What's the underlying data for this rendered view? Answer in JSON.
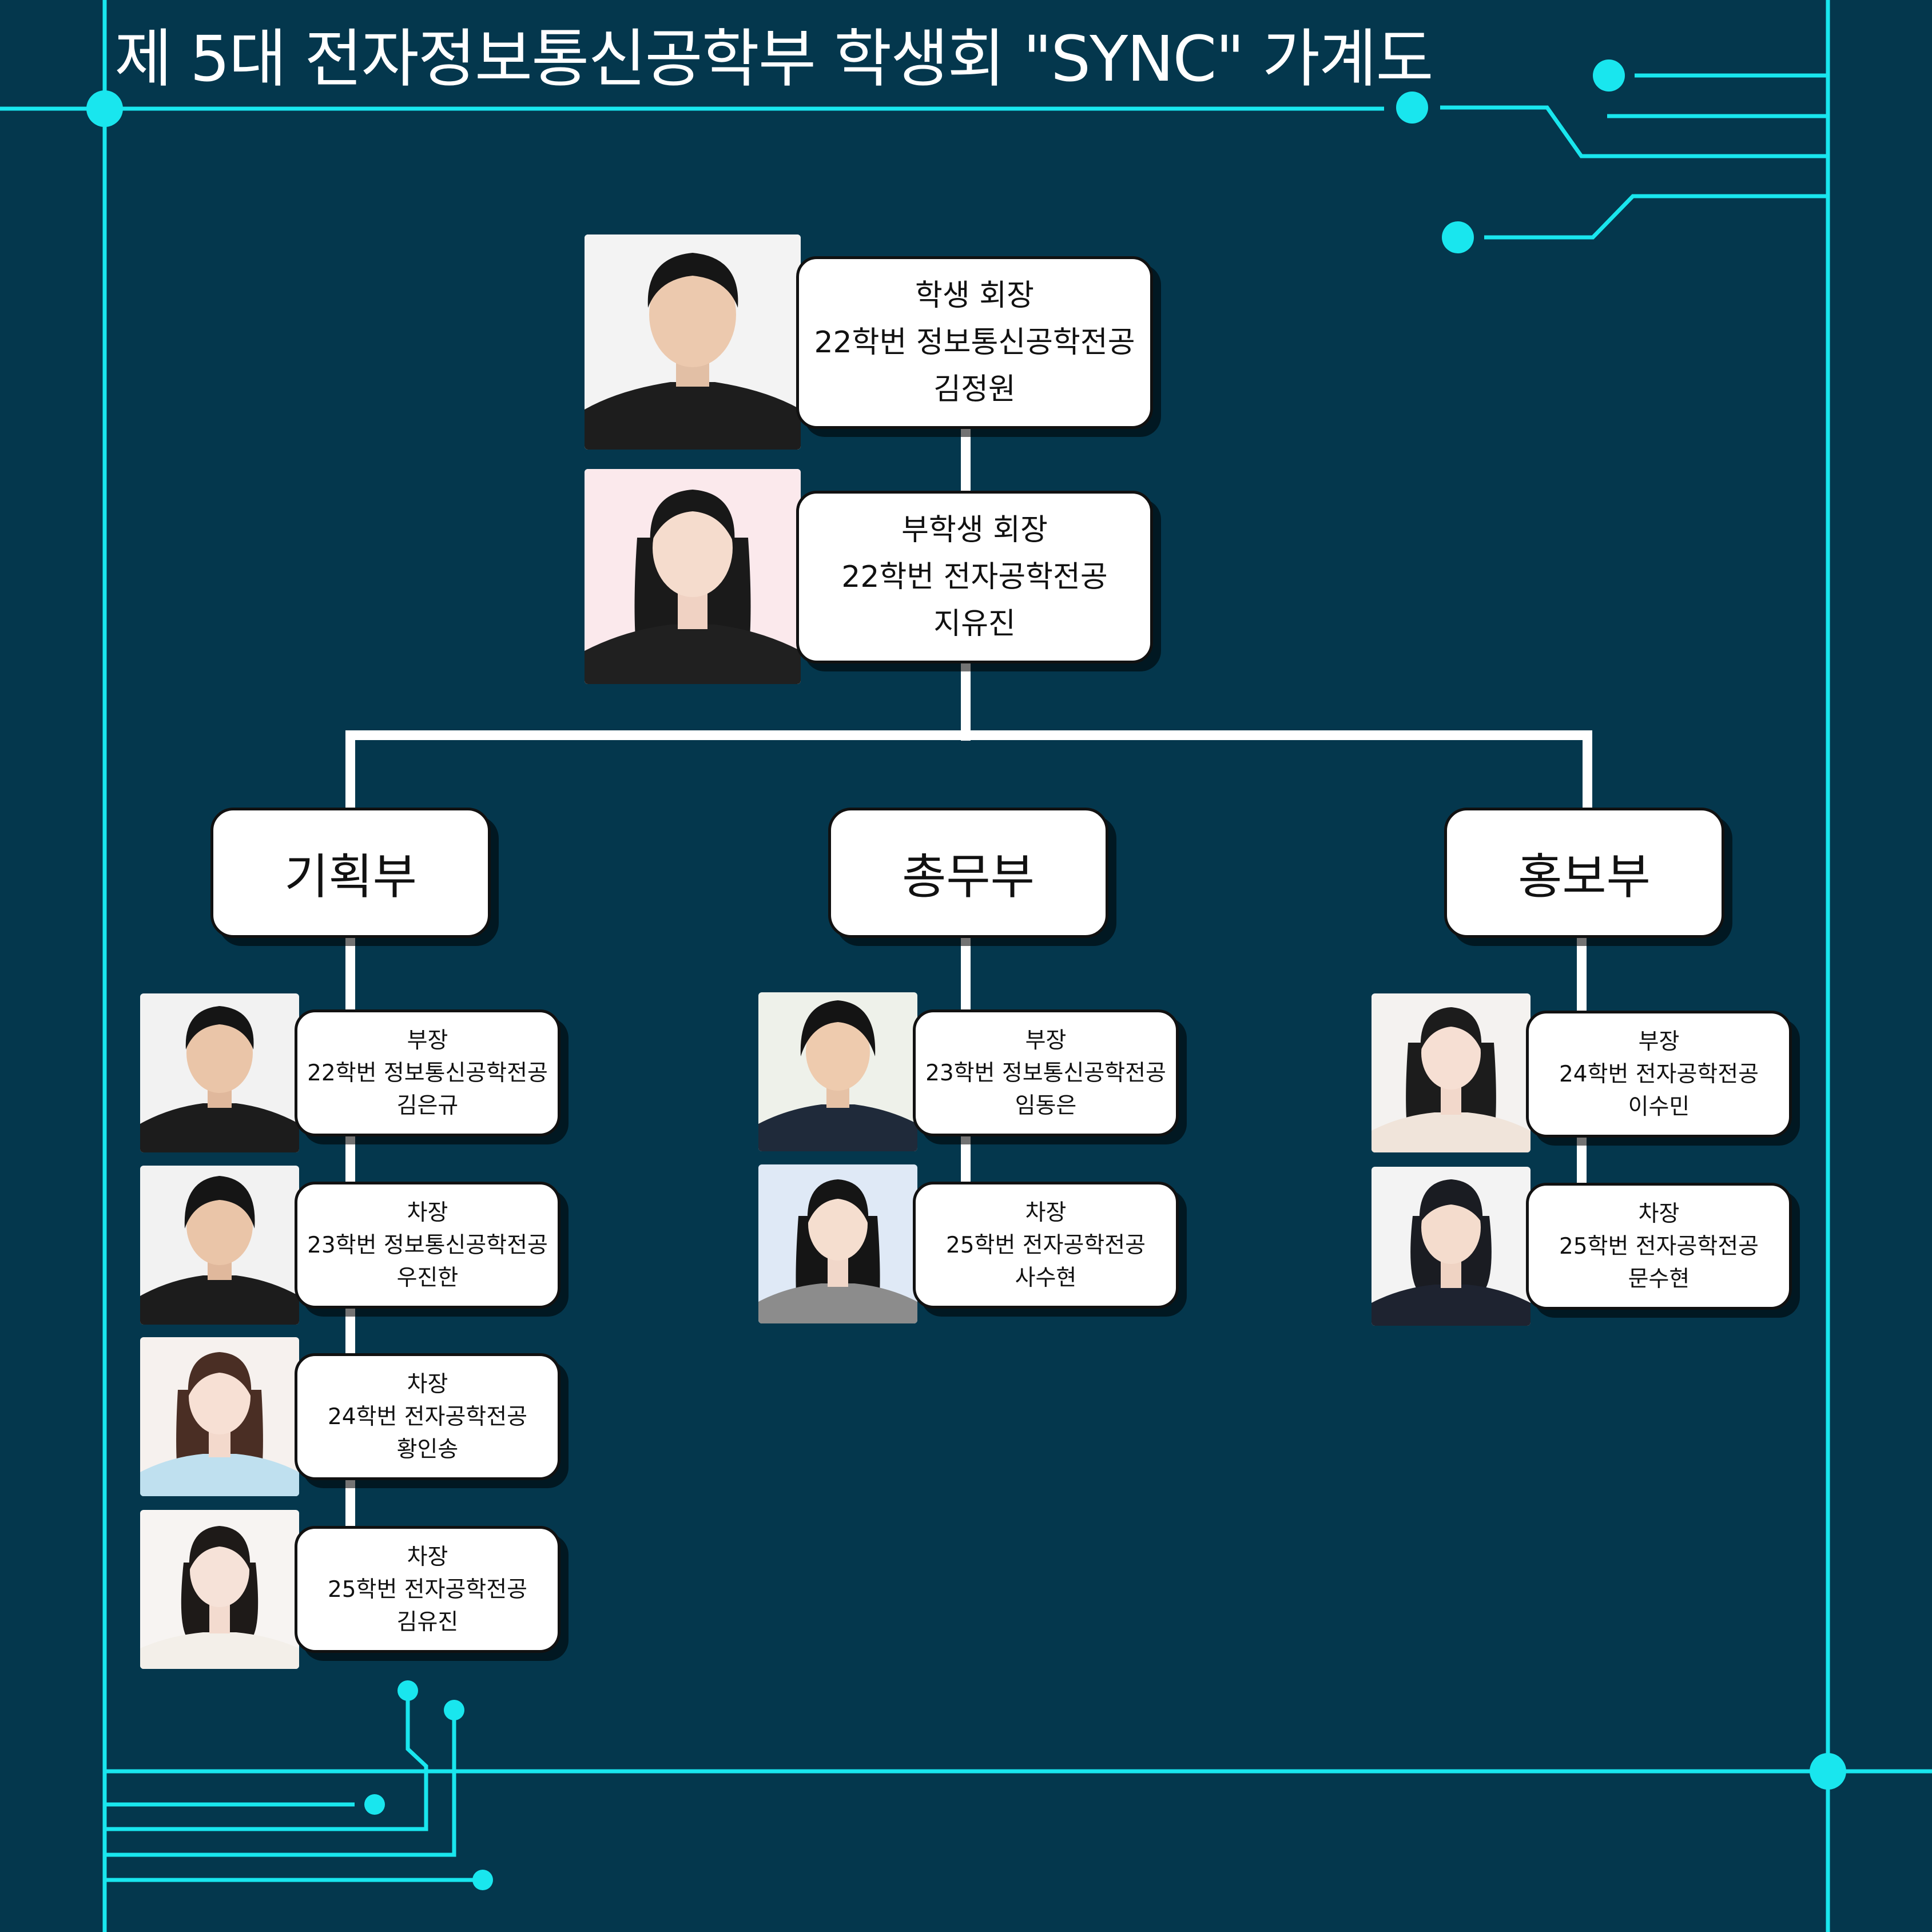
{
  "title": "제 5대 전자정보통신공학부 학생회 \"SYNC\" 가계도",
  "colors": {
    "background": "#04374d",
    "circuit": "#19e6ee",
    "card": "#ffffff",
    "text": "#111111"
  },
  "leaders": [
    {
      "role": "학생 회장",
      "major": "22학번 정보통신공학전공",
      "name": "김정원"
    },
    {
      "role": "부학생 회장",
      "major": "22학번 전자공학전공",
      "name": "지유진"
    }
  ],
  "departments": [
    {
      "name": "기획부",
      "members": [
        {
          "role": "부장",
          "major": "22학번 정보통신공학전공",
          "name": "김은규"
        },
        {
          "role": "차장",
          "major": "23학번 정보통신공학전공",
          "name": "우진한"
        },
        {
          "role": "차장",
          "major": "24학번 전자공학전공",
          "name": "황인송"
        },
        {
          "role": "차장",
          "major": "25학번 전자공학전공",
          "name": "김유진"
        }
      ]
    },
    {
      "name": "총무부",
      "members": [
        {
          "role": "부장",
          "major": "23학번 정보통신공학전공",
          "name": "임동은"
        },
        {
          "role": "차장",
          "major": "25학번 전자공학전공",
          "name": "사수현"
        }
      ]
    },
    {
      "name": "홍보부",
      "members": [
        {
          "role": "부장",
          "major": "24학번 전자공학전공",
          "name": "이수민"
        },
        {
          "role": "차장",
          "major": "25학번 전자공학전공",
          "name": "문수현"
        }
      ]
    }
  ]
}
